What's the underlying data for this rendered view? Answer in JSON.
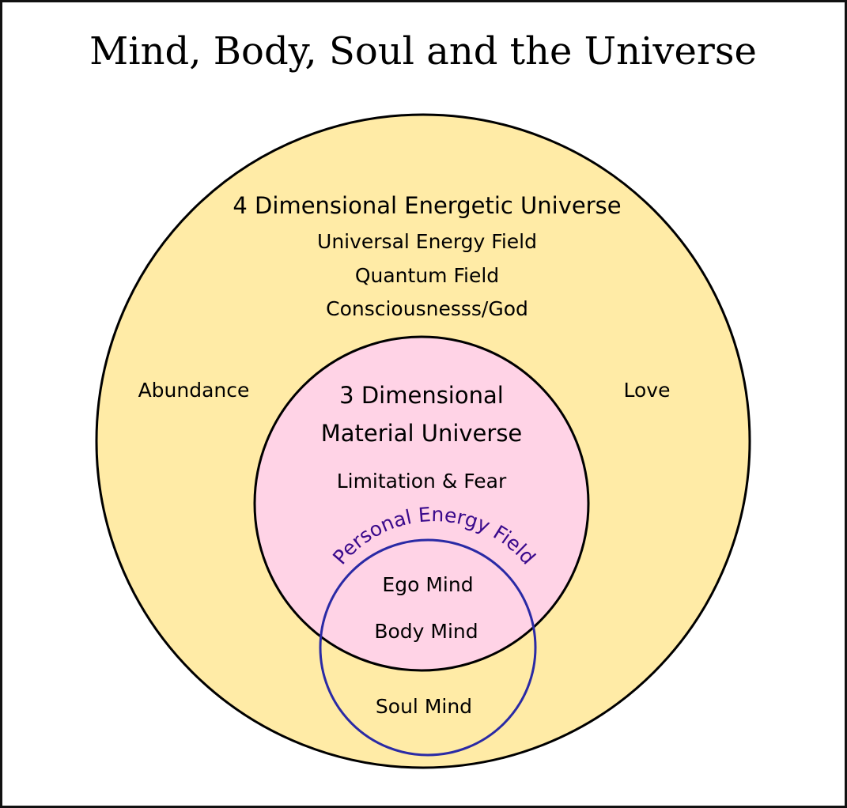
{
  "title": "Mind, Body, Soul and the Universe",
  "colors": {
    "outer_fill": "#FFEBA6",
    "inner_fill": "#FFD3E6",
    "circle_stroke": "#000000",
    "personal_field_stroke": "#2A2AA5",
    "personal_field_text": "#3A0A8C",
    "text": "#000000"
  },
  "outer_circle": {
    "heading": "4 Dimensional Energetic Universe",
    "lines": [
      "Universal Energy Field",
      "Quantum Field",
      "Consciousnesss/God"
    ],
    "left_label": "Abundance",
    "right_label": "Love"
  },
  "inner_circle": {
    "heading_lines": [
      "3 Dimensional",
      "Material Universe"
    ],
    "subtitle": "Limitation & Fear"
  },
  "personal_field": {
    "arc_label": "Personal Energy Field",
    "inside_labels": [
      "Ego Mind",
      "Body Mind"
    ],
    "outside_label": "Soul Mind"
  }
}
